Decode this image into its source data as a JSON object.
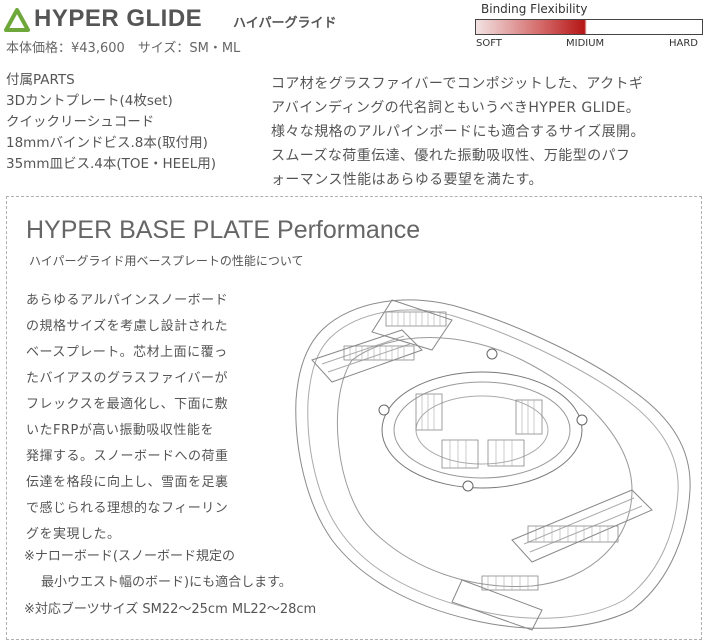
{
  "header": {
    "title": "HYPER GLIDE",
    "subtitle": "ハイパーグライド",
    "price": "本体価格：¥43,600　サイズ：SM・ML",
    "logo_color": "#6fa83a"
  },
  "flex": {
    "title": "Binding  Flexibility",
    "soft": "SOFT",
    "medium": "MIDIUM",
    "hard": "HARD",
    "level": 0.48,
    "accent": "#b51616"
  },
  "parts": {
    "items": [
      "付属PARTS",
      "3Dカントプレート(4枚set)",
      "クイックリーシュコード",
      "18mmバインドビス.8本(取付用)",
      "35mm皿ビス.4本(TOE・HEEL用)"
    ]
  },
  "description": {
    "lines": [
      "コア材をグラスファイバーでコンポジットした、アクトギ",
      "アバインディングの代名詞ともいうべきHYPER GLIDE。",
      "様々な規格のアルパインボードにも適合するサイズ展開。",
      "スムーズな荷重伝達、優れた振動吸収性、万能型のパフ",
      "ォーマンス性能はあらゆる要望を満たす。"
    ]
  },
  "performance": {
    "title": "HYPER BASE PLATE Performance",
    "subtitle": "ハイパーグライド用ベースプレートの性能について",
    "body_lines": [
      "あらゆるアルパインスノーボード",
      "の規格サイズを考慮し設計された",
      "ベースプレート。芯材上面に覆っ",
      "たバイアスのグラスファイバーが",
      "フレックスを最適化し、下面に敷",
      "いたFRPが高い振動吸収性能を",
      "発揮する。スノーボードへの荷重",
      "伝達を格段に向上し、雪面を足裏",
      "で感じられる理想的なフィーリン",
      "グを実現した。"
    ],
    "note1": "※ナローボード(スノーボード規定の",
    "note1b": "最小ウエスト幅のボード)にも適合します。",
    "note2": "※対応ブーツサイズ SM22～25cm ML22～28cm"
  }
}
